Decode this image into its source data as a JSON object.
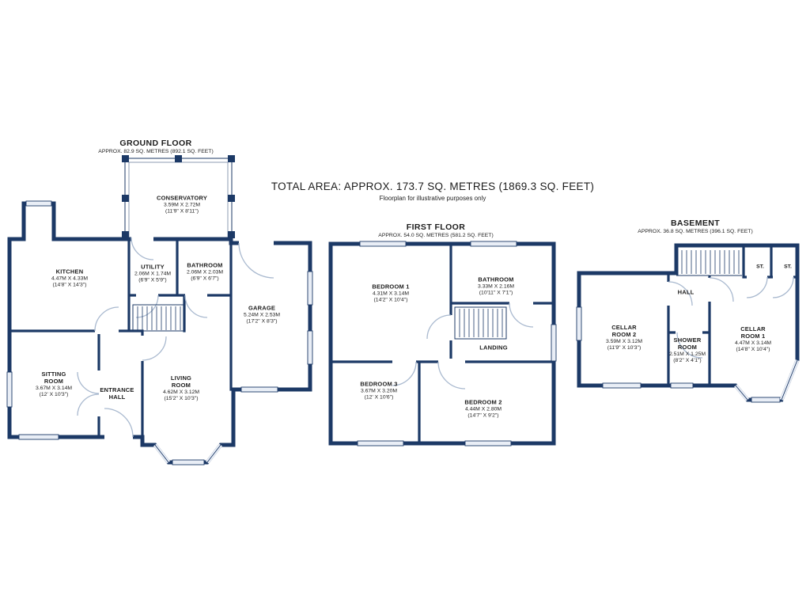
{
  "title": {
    "total_area": "TOTAL AREA: APPROX. 173.7 SQ. METRES (1869.3 SQ. FEET)",
    "disclaimer": "Floorplan for illustrative purposes only"
  },
  "colors": {
    "wall": "#1c3966",
    "door_arc": "#a9b9cf",
    "window_fill": "#e9eef6"
  },
  "floors": {
    "ground": {
      "name": "GROUND FLOOR",
      "area": "APPROX. 82.9 SQ. METRES (892.1 SQ. FEET)",
      "rooms": {
        "conservatory": {
          "name": "CONSERVATORY",
          "metric": "3.59M X 2.72M",
          "imperial": "(11'9\" X 8'11\")"
        },
        "kitchen": {
          "name": "KITCHEN",
          "metric": "4.47M X 4.33M",
          "imperial": "(14'8\" X 14'3\")"
        },
        "utility": {
          "name": "UTILITY",
          "metric": "2.06M X 1.74M",
          "imperial": "(6'9\" X 5'9\")"
        },
        "bathroom": {
          "name": "BATHROOM",
          "metric": "2.06M X 2.03M",
          "imperial": "(6'9\" X 6'7\")"
        },
        "garage": {
          "name": "GARAGE",
          "metric": "5.24M X 2.53M",
          "imperial": "(17'2\" X 8'3\")"
        },
        "sitting_room": {
          "name": "SITTING ROOM",
          "metric": "3.67M X 3.14M",
          "imperial": "(12' X 10'3\")"
        },
        "entrance_hall": {
          "name": "ENTRANCE HALL"
        },
        "living_room": {
          "name": "LIVING ROOM",
          "metric": "4.62M X 3.12M",
          "imperial": "(15'2\" X 10'3\")"
        }
      }
    },
    "first": {
      "name": "FIRST FLOOR",
      "area": "APPROX. 54.0 SQ. METRES (581.2 SQ. FEET)",
      "rooms": {
        "bedroom1": {
          "name": "BEDROOM 1",
          "metric": "4.31M X 3.14M",
          "imperial": "(14'2\" X 10'4\")"
        },
        "bathroom": {
          "name": "BATHROOM",
          "metric": "3.33M X 2.16M",
          "imperial": "(10'11\" X 7'1\")"
        },
        "landing": {
          "name": "LANDING"
        },
        "bedroom3": {
          "name": "BEDROOM 3",
          "metric": "3.67M X 3.20M",
          "imperial": "(12' X 10'6\")"
        },
        "bedroom2": {
          "name": "BEDROOM 2",
          "metric": "4.44M X 2.80M",
          "imperial": "(14'7\" X 9'2\")"
        }
      }
    },
    "basement": {
      "name": "BASEMENT",
      "area": "APPROX. 36.8 SQ. METRES (396.1 SQ. FEET)",
      "rooms": {
        "cellar2": {
          "name": "CELLAR ROOM 2",
          "metric": "3.59M X 3.12M",
          "imperial": "(11'9\" X 10'3\")"
        },
        "hall": {
          "name": "HALL"
        },
        "shower": {
          "name": "SHOWER ROOM",
          "metric": "2.51M X 1.25M",
          "imperial": "(8'2\" X 4'1\")"
        },
        "cellar1": {
          "name": "CELLAR ROOM 1",
          "metric": "4.47M X 3.14M",
          "imperial": "(14'8\" X 10'4\")"
        },
        "st1": {
          "name": "ST."
        },
        "st2": {
          "name": "ST."
        }
      }
    }
  }
}
